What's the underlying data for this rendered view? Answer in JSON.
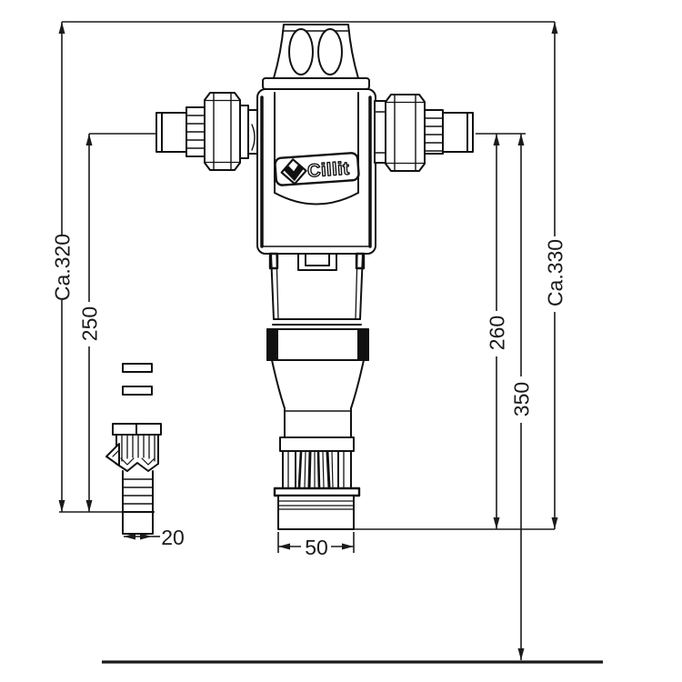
{
  "drawing": {
    "brand": "Cillit",
    "background": "#ffffff",
    "line_color": "#1a1a1a",
    "dimensions": {
      "overall_height_left": "Ca.320",
      "inlet_center_height_left": "250",
      "inlet_center_height_right": "260",
      "inlet_center_to_floor": "350",
      "overall_height_right": "Ca.330",
      "drain_fitting_width": "20",
      "outlet_width": "50"
    }
  }
}
